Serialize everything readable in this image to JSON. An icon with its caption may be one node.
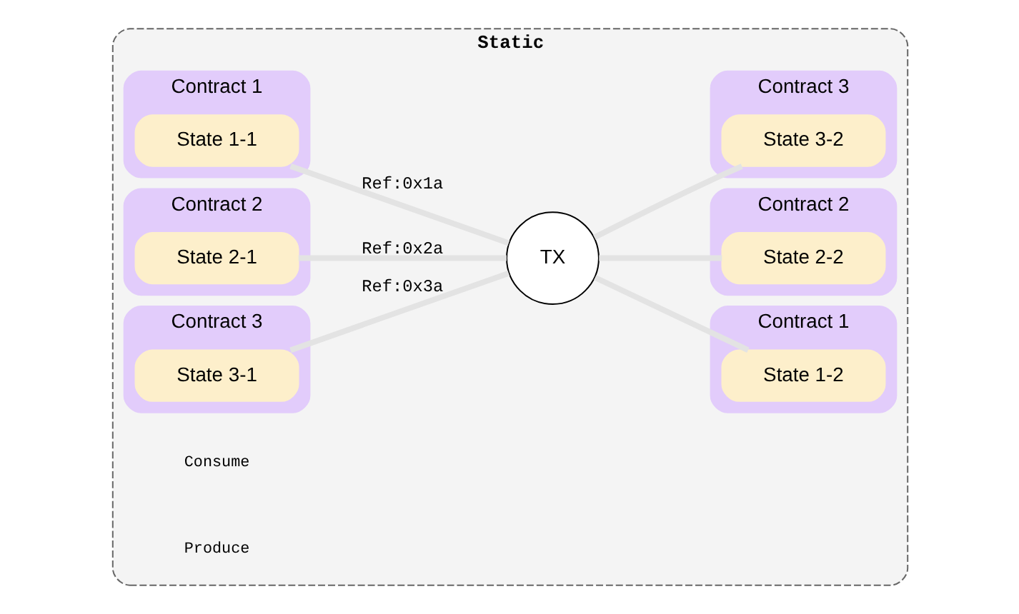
{
  "diagram": {
    "nodes": [
      {
        "text": [
          "Static"
        ]
      },
      {
        "text": [
          "Contract 1"
        ],
        "in": 0
      },
      {
        "text": [
          "State 1-1"
        ],
        "in": 1
      },
      {
        "text": [
          "Contract 2"
        ],
        "in": 0
      },
      {
        "text": [
          "State 2-1"
        ],
        "in": 3
      },
      {
        "text": [
          "Contract 3"
        ],
        "in": 0
      },
      {
        "text": [
          "State 3-1"
        ],
        "in": 5
      },
      {
        "text": [
          "TX"
        ],
        "in": 0
      },
      {
        "text": [
          "Contract 1"
        ],
        "in": 0
      },
      {
        "text": [
          "State 1-2"
        ],
        "in": 8
      },
      {
        "text": [
          "Contract 2"
        ],
        "in": 0
      },
      {
        "text": [
          "State 2-2"
        ],
        "in": 10
      },
      {
        "text": [
          "Contract 3"
        ],
        "in": 0
      },
      {
        "text": [
          "State 3-2"
        ],
        "in": 12
      }
    ],
    "edges": [
      {
        "from": 2,
        "to": 7,
        "arrow": "none",
        "label": "Ref:0x1a"
      },
      {
        "from": 4,
        "to": 7,
        "arrow": "none",
        "label": "Ref:0x2a"
      },
      {
        "from": 6,
        "to": 7,
        "arrow": "none",
        "label": "Ref:0x3a"
      },
      {
        "from": 7,
        "to": 9,
        "arrow": "none"
      },
      {
        "from": 7,
        "to": 11,
        "arrow": "none"
      },
      {
        "from": 7,
        "to": 13,
        "arrow": "none"
      }
    ],
    "labels": [
      "Consume",
      "Produce"
    ]
  }
}
